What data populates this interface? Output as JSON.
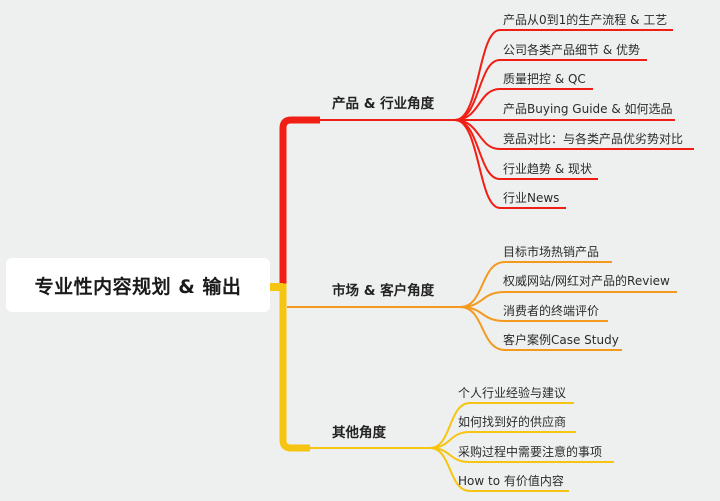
{
  "root": {
    "label": "专业性内容规划 & 输出"
  },
  "colors": {
    "background": "#eef0ef",
    "root_bg": "#ffffff",
    "branch_product": "#f01e14",
    "branch_market": "#f39a1e",
    "branch_other": "#f6c412"
  },
  "branches": [
    {
      "label": "产品 & 行业角度",
      "color": "#f01e14",
      "children": [
        "产品从0到1的生产流程 & 工艺",
        "公司各类产品细节 & 优势",
        "质量把控 & QC",
        "产品Buying Guide & 如何选品",
        "竞品对比：与各类产品优劣势对比",
        "行业趋势 & 现状",
        "行业News"
      ]
    },
    {
      "label": "市场 & 客户角度",
      "color": "#f39a1e",
      "children": [
        "目标市场热销产品",
        "权威网站/网红对产品的Review",
        "消费者的终端评价",
        "客户案例Case Study"
      ]
    },
    {
      "label": "其他角度",
      "color": "#f6c412",
      "children": [
        "个人行业经验与建议",
        "如何找到好的供应商",
        "采购过程中需要注意的事项",
        "How to 有价值内容"
      ]
    }
  ]
}
